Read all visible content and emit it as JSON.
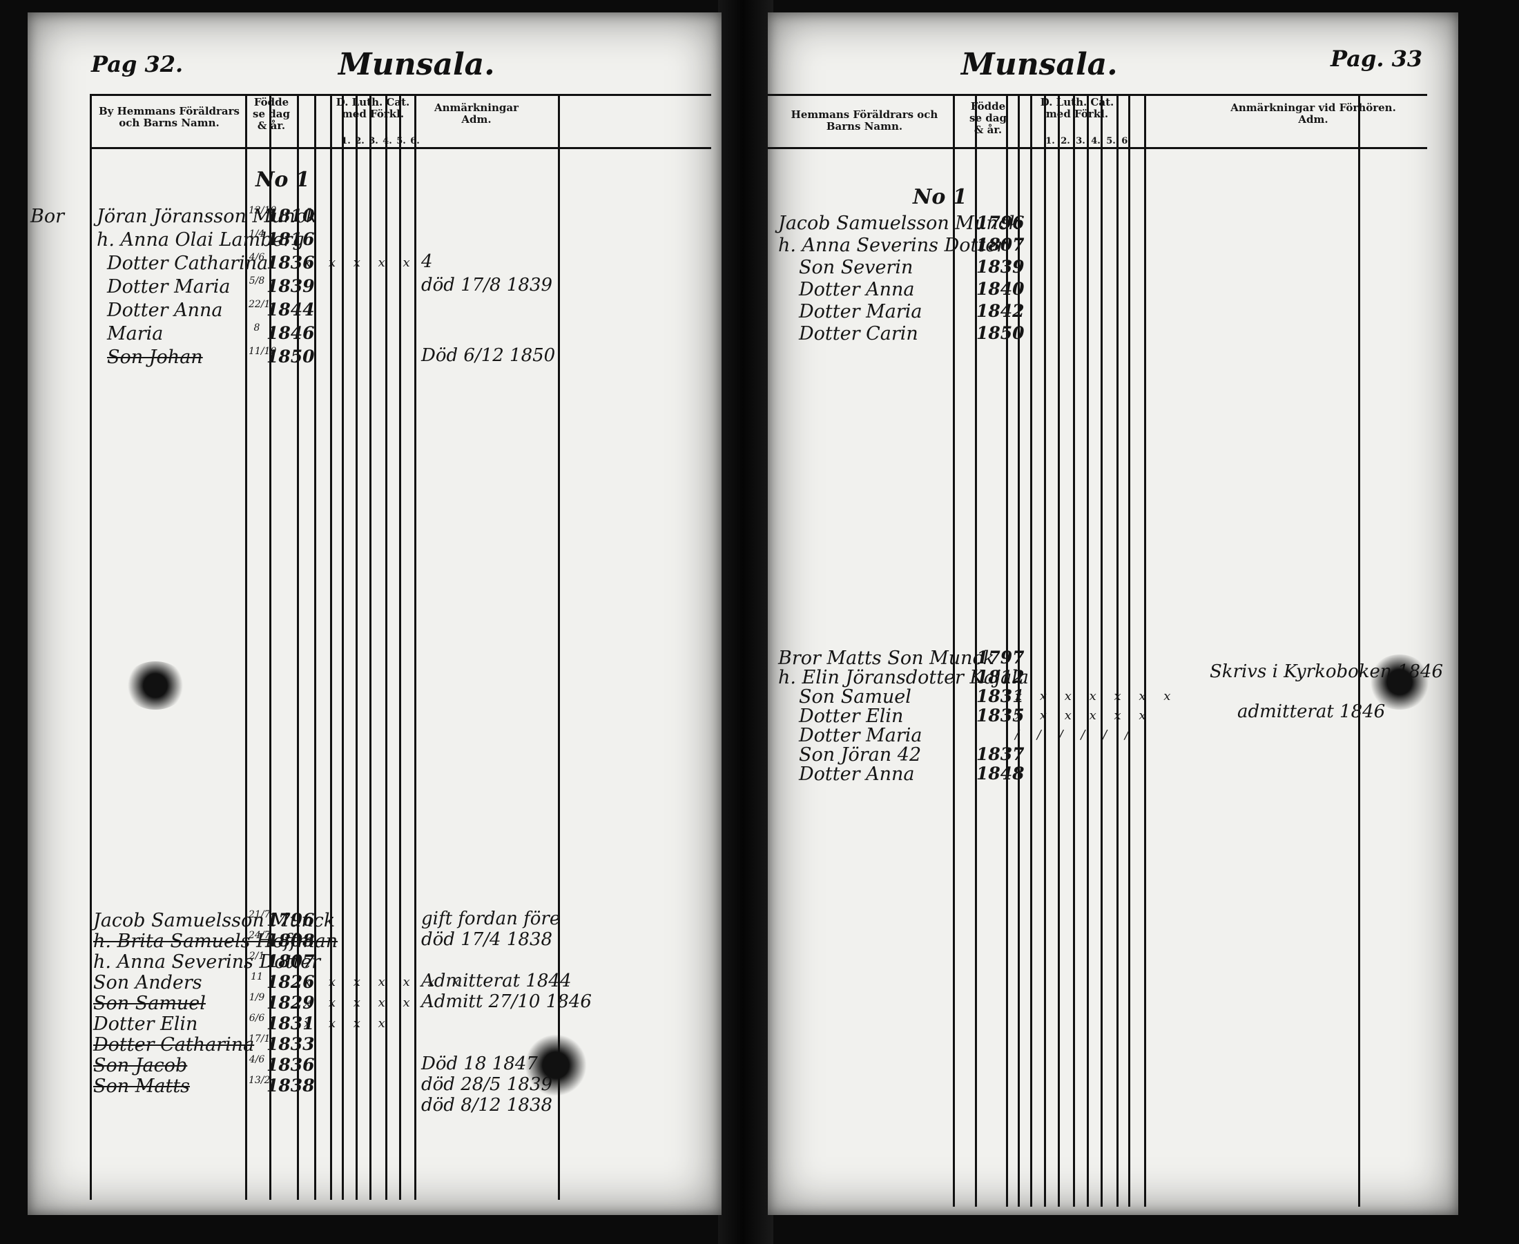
{
  "left": {
    "page_number": "Pag 32.",
    "parish": "Munsala.",
    "headers": {
      "names": "By Hemmans Föräldrars och Barns Namn.",
      "birth": "Födde se dag & år.",
      "cat": "D. Luth. Cat. med Förkl.",
      "cat_cols": [
        "1.",
        "2.",
        "3.",
        "4.",
        "5.",
        "6."
      ],
      "remarks": "Anmärkningar Adm."
    },
    "households": [
      {
        "number": "No 1",
        "margin": "Bor",
        "rows": [
          {
            "name": "Jöran Jöransson Munck",
            "date": "12/10",
            "year": "1810",
            "marks": "",
            "note": ""
          },
          {
            "name": "h. Anna Olai Lamberg",
            "date": "1/4",
            "year": "1816",
            "marks": "",
            "note": ""
          },
          {
            "name": "Dotter Catharina",
            "date": "4/6",
            "year": "1836",
            "marks": "x x x x x",
            "note": "4"
          },
          {
            "name": "Dotter Maria",
            "date": "5/8",
            "year": "1839",
            "marks": "",
            "note": "död 17/8 1839"
          },
          {
            "name": "Dotter Anna",
            "date": "22/1",
            "year": "1844",
            "marks": "",
            "note": ""
          },
          {
            "name": "Maria",
            "date": "8",
            "year": "1846",
            "marks": "",
            "note": ""
          },
          {
            "name": "Son Johan",
            "date": "11/10",
            "year": "1850",
            "marks": "",
            "note": "Död 6/12 1850"
          }
        ]
      },
      {
        "number": "",
        "margin": "",
        "rows": [
          {
            "name": "Jacob Samuelsson Munck",
            "date": "21/7",
            "year": "1796",
            "marks": "",
            "note": "gift fordan före"
          },
          {
            "name": "h. Brita Samuels Hoffman",
            "date": "24/7",
            "year": "1808",
            "marks": "",
            "note": "död 17/4 1838"
          },
          {
            "name": "h. Anna Severins Dotter",
            "date": "2/1",
            "year": "1807",
            "marks": "",
            "note": ""
          },
          {
            "name": "Son Anders",
            "date": "11",
            "year": "1826",
            "marks": "x x x x x x x",
            "note": "Admitterat 1844"
          },
          {
            "name": "Son Samuel",
            "date": "1/9",
            "year": "1829",
            "marks": "x x x x x",
            "note": "Admitt 27/10 1846"
          },
          {
            "name": "Dotter Elin",
            "date": "6/6",
            "year": "1831",
            "marks": "x x x x",
            "note": ""
          },
          {
            "name": "Dotter Catharina",
            "date": "17/1",
            "year": "1833",
            "marks": "",
            "note": ""
          },
          {
            "name": "Son Jacob",
            "date": "4/6",
            "year": "1836",
            "marks": "",
            "note": "Död 18 1847"
          },
          {
            "name": "Son Matts",
            "date": "13/2",
            "year": "1838",
            "marks": "",
            "note": "död 28/5 1839"
          },
          {
            "name": "",
            "date": "",
            "year": "",
            "marks": "",
            "note": "död 8/12 1838"
          }
        ]
      }
    ]
  },
  "right": {
    "page_number": "Pag. 33",
    "parish": "Munsala.",
    "headers": {
      "names": "Hemmans Föräldrars och Barns Namn.",
      "birth": "Födde se dag & år.",
      "cat": "D. Luth. Cat. med Förkl.",
      "cat_cols": [
        "1.",
        "2.",
        "3.",
        "4.",
        "5.",
        "6."
      ],
      "remarks": "Anmärkningar vid Förhören. Adm."
    },
    "households": [
      {
        "number": "No 1",
        "rows": [
          {
            "name": "Jacob Samuelsson Munck",
            "year": "1796",
            "marks": ""
          },
          {
            "name": "h. Anna Severins Dotter",
            "year": "1807",
            "marks": ""
          },
          {
            "name": "Son Severin",
            "year": "1839",
            "marks": ""
          },
          {
            "name": "Dotter Anna",
            "year": "1840",
            "marks": ""
          },
          {
            "name": "Dotter Maria",
            "year": "1842",
            "marks": ""
          },
          {
            "name": "Dotter Carin",
            "year": "1850",
            "marks": ""
          }
        ]
      },
      {
        "number": "",
        "rows": [
          {
            "name": "Bror Matts Son Munck",
            "year": "1797",
            "marks": ""
          },
          {
            "name": "h. Elin Jöransdotter Kajala",
            "year": "1812",
            "marks": ""
          },
          {
            "name": "Son Samuel",
            "year": "1831",
            "marks": "x x x x x x x"
          },
          {
            "name": "Dotter Elin",
            "year": "1835",
            "marks": "x x x x x x"
          },
          {
            "name": "Dotter Maria",
            "year": "",
            "marks": "/ / / / / /"
          },
          {
            "name": "Son Jöran 42",
            "year": "1837",
            "marks": ""
          },
          {
            "name": "Dotter Anna",
            "year": "1848",
            "marks": ""
          }
        ]
      }
    ],
    "remarks": [
      "Skrivs i Kyrkoboken 1846",
      "admitterat 1846"
    ]
  }
}
